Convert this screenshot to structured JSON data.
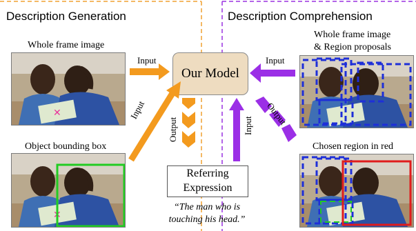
{
  "left_panel": {
    "title": "Description Generation",
    "whole_frame_label": "Whole frame image",
    "bbox_label": "Object bounding box"
  },
  "right_panel": {
    "title": "Description Comprehension",
    "whole_frame_label_line1": "Whole frame image",
    "whole_frame_label_line2": "& Region proposals",
    "chosen_label": "Chosen region in red"
  },
  "center": {
    "model_label": "Our Model",
    "expression_line1": "Referring",
    "expression_line2": "Expression",
    "quote_line1": "“The man who is",
    "quote_line2": "touching his head.”"
  },
  "arrows": {
    "input_left_top": "Input",
    "input_left_diag": "Input",
    "output_down": "Output",
    "input_up": "Input",
    "input_right_top": "Input",
    "output_right_diag": "Output"
  },
  "colors": {
    "left_dash": "#f0a030",
    "right_dash": "#9a30e0",
    "orange_arrow": "#f39a1e",
    "purple_arrow": "#9b2fe6",
    "model_fill": "#eedcc0",
    "proposal_blue": "#1e2fd8",
    "bbox_green": "#22cc22",
    "chosen_red": "#e01c1c"
  }
}
